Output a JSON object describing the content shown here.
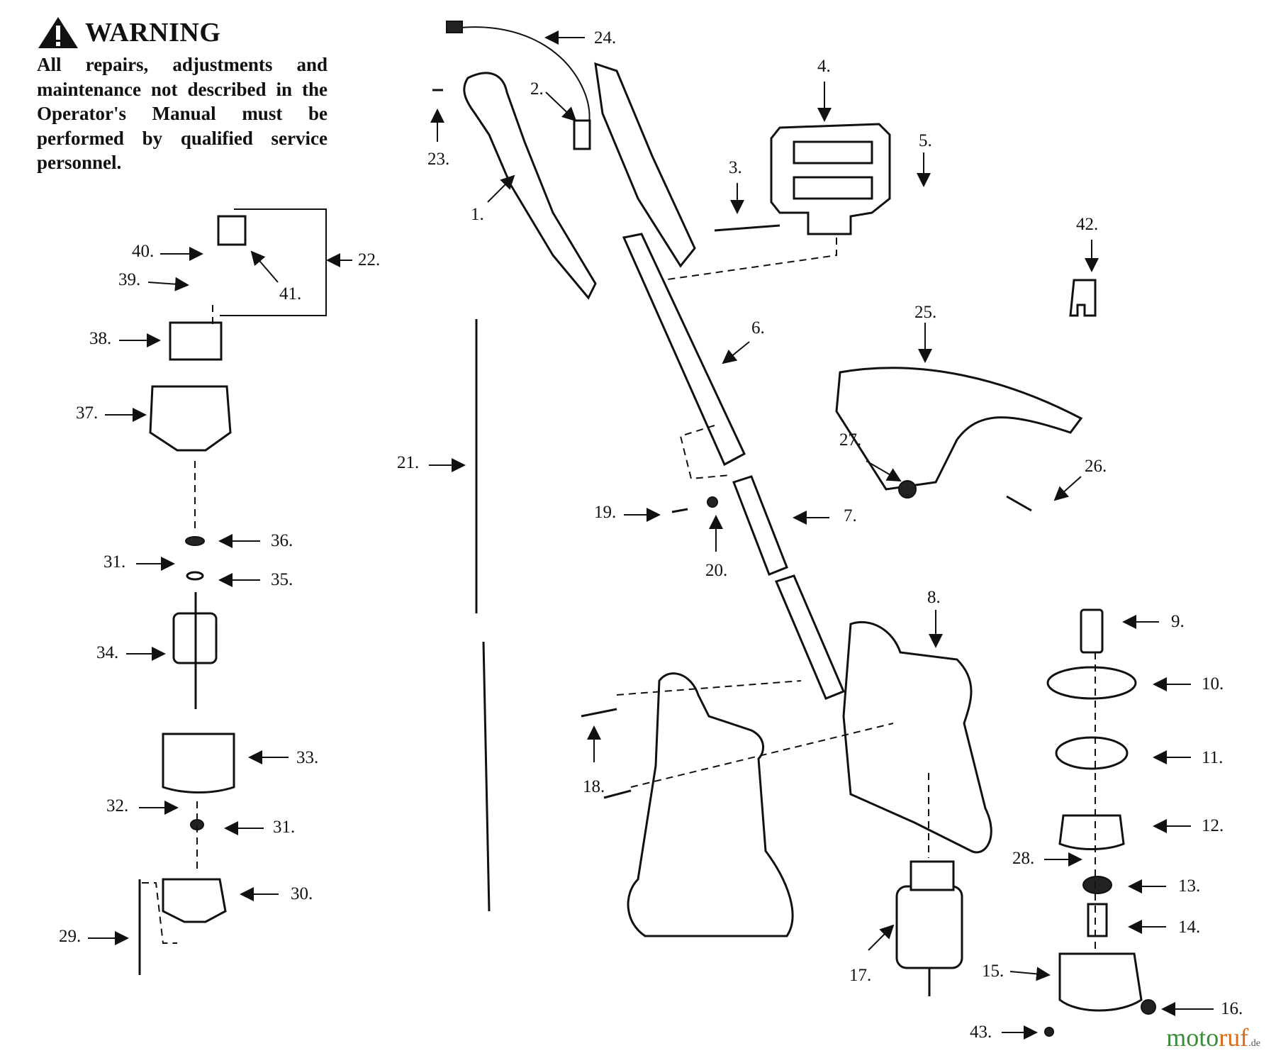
{
  "warning": {
    "title": "WARNING",
    "body": "All repairs, adjustments and maintenance not described in the Operator's Manual must be performed by qualified service personnel."
  },
  "callouts": [
    "1.",
    "2.",
    "3.",
    "4.",
    "5.",
    "6.",
    "7.",
    "8.",
    "9.",
    "10.",
    "11.",
    "12.",
    "13.",
    "14.",
    "15.",
    "16.",
    "17.",
    "18.",
    "19.",
    "20.",
    "21.",
    "22.",
    "23.",
    "24.",
    "25.",
    "26.",
    "27.",
    "28.",
    "29.",
    "30.",
    "31.",
    "32.",
    "33.",
    "34.",
    "35.",
    "36.",
    "37.",
    "38.",
    "39.",
    "40.",
    "41.",
    "42.",
    "43."
  ],
  "brand": {
    "part1": "moto",
    "part2": "ruf",
    "suffix": ".de"
  },
  "icons": {
    "warning": "warning-triangle-icon"
  }
}
